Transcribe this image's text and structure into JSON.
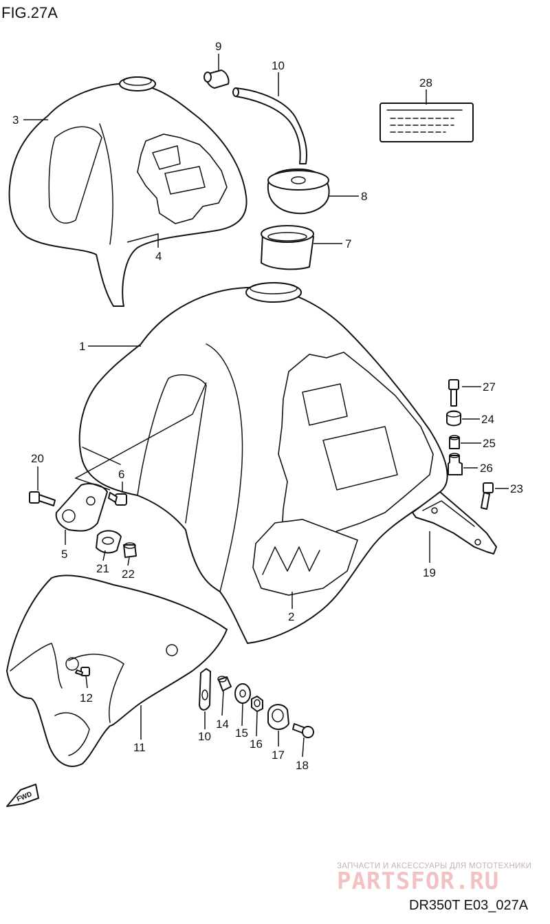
{
  "figure": {
    "title": "FIG.27A",
    "model_code": "DR350T E03_027A",
    "fwd_label": "FWD"
  },
  "parts": [
    {
      "id": "1",
      "label": "1"
    },
    {
      "id": "2",
      "label": "2"
    },
    {
      "id": "3",
      "label": "3"
    },
    {
      "id": "4",
      "label": "4"
    },
    {
      "id": "5",
      "label": "5"
    },
    {
      "id": "6",
      "label": "6"
    },
    {
      "id": "7",
      "label": "7"
    },
    {
      "id": "8",
      "label": "8"
    },
    {
      "id": "9",
      "label": "9"
    },
    {
      "id": "10a",
      "label": "10"
    },
    {
      "id": "10b",
      "label": "10"
    },
    {
      "id": "11",
      "label": "11"
    },
    {
      "id": "12",
      "label": "12"
    },
    {
      "id": "14",
      "label": "14"
    },
    {
      "id": "15",
      "label": "15"
    },
    {
      "id": "16",
      "label": "16"
    },
    {
      "id": "17",
      "label": "17"
    },
    {
      "id": "18",
      "label": "18"
    },
    {
      "id": "19",
      "label": "19"
    },
    {
      "id": "20",
      "label": "20"
    },
    {
      "id": "21",
      "label": "21"
    },
    {
      "id": "22",
      "label": "22"
    },
    {
      "id": "23",
      "label": "23"
    },
    {
      "id": "24",
      "label": "24"
    },
    {
      "id": "25",
      "label": "25"
    },
    {
      "id": "26",
      "label": "26"
    },
    {
      "id": "27",
      "label": "27"
    },
    {
      "id": "28",
      "label": "28"
    }
  ],
  "watermark": {
    "tagline": "ЗАПЧАСТИ И АКСЕССУАРЫ ДЛЯ МОТОТЕХНИКИ",
    "brand": "PARTSFOR.RU",
    "color": "#f2c2c2"
  }
}
